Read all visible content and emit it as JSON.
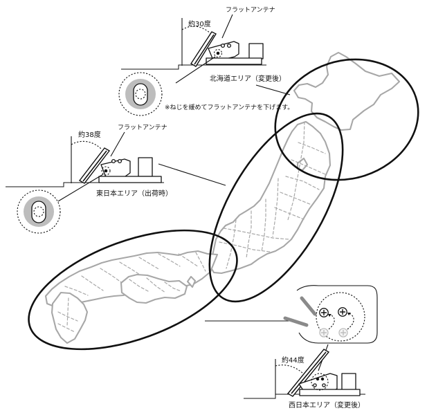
{
  "labels": {
    "antenna_top": "フラットアンテナ",
    "angle_top": "約30度",
    "region_top": "北海道エリア（変更後）",
    "note_top": "※ねじを緩めてフラットアンテナを下げます。",
    "antenna_mid": "フラットアンテナ",
    "angle_mid": "約38度",
    "region_mid": "東日本エリア（出荷時）",
    "angle_bottom": "約44度",
    "region_bottom": "西日本エリア（変更後）"
  },
  "colors": {
    "map_outline": "#a7a7a7",
    "ellipse": "#111111",
    "screw_fill": "#bdbdbd"
  },
  "icons": {
    "screw_plus": "plus-screw-icon",
    "screw_arrow": "curved-arrow-icon"
  }
}
